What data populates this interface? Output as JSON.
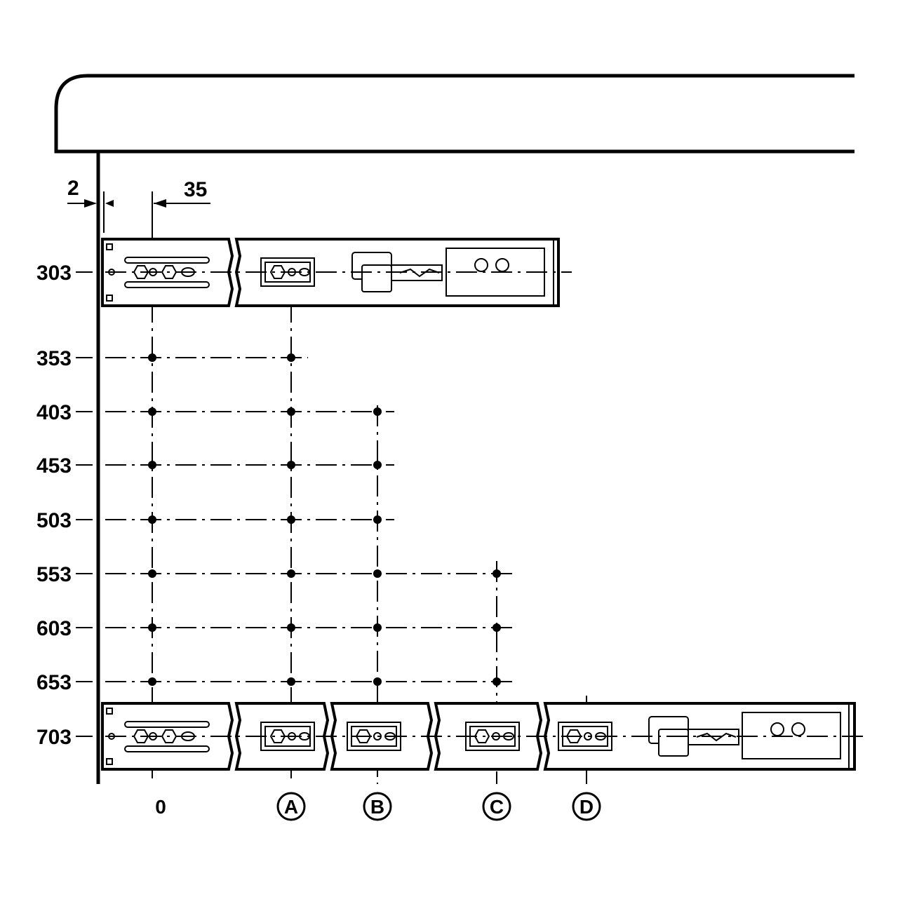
{
  "dimensions": {
    "edge_gap": "2",
    "hole_offset": "35"
  },
  "row_labels": [
    "303",
    "353",
    "403",
    "453",
    "503",
    "553",
    "603",
    "653",
    "703"
  ],
  "column_labels": [
    "0",
    "A",
    "B",
    "C",
    "D"
  ],
  "rows": [
    {
      "label": "303",
      "points": []
    },
    {
      "label": "353",
      "points": [
        "0",
        "A"
      ]
    },
    {
      "label": "403",
      "points": [
        "0",
        "A",
        "B"
      ]
    },
    {
      "label": "453",
      "points": [
        "0",
        "A",
        "B"
      ]
    },
    {
      "label": "503",
      "points": [
        "0",
        "A",
        "B"
      ]
    },
    {
      "label": "553",
      "points": [
        "0",
        "A",
        "B",
        "C"
      ]
    },
    {
      "label": "603",
      "points": [
        "0",
        "A",
        "B",
        "C"
      ]
    },
    {
      "label": "653",
      "points": [
        "0",
        "A",
        "B",
        "C"
      ]
    },
    {
      "label": "703",
      "points": []
    }
  ],
  "colors": {
    "line": "#000000",
    "background": "#ffffff"
  }
}
